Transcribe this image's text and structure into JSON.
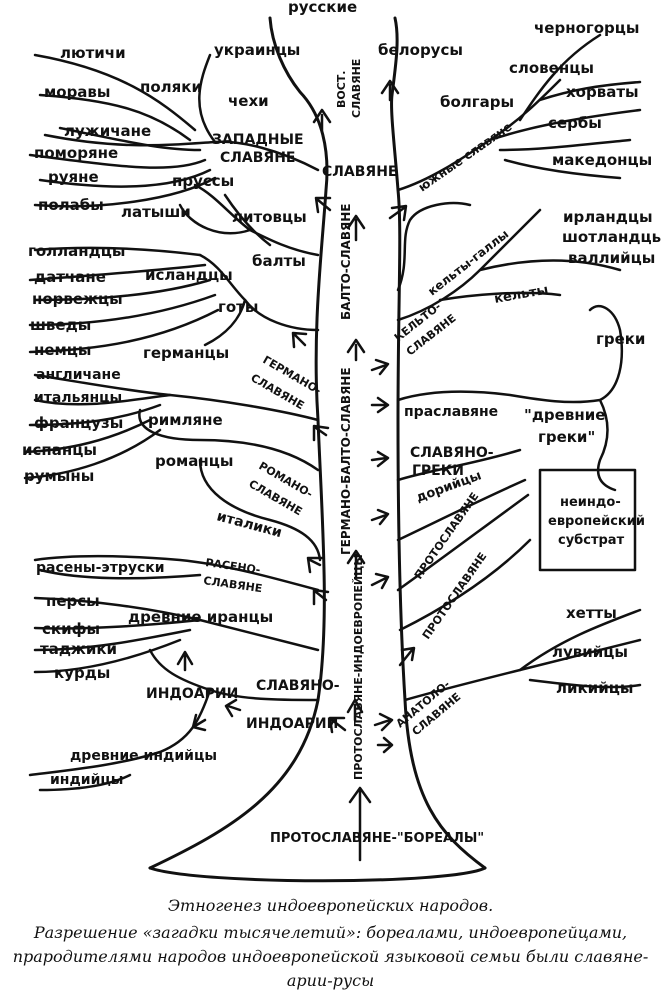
{
  "labels": {
    "russkie": "русские",
    "ukraintsy": "украинцы",
    "vost": "ВОСТ.",
    "vost_slavyane": "СЛАВЯНЕ",
    "belorusy": "белорусы",
    "chernogortsy": "черногорцы",
    "slovency": "словенцы",
    "bolgary": "болгары",
    "khorvaty": "хорваты",
    "serby": "сербы",
    "makedontsy": "македонцы",
    "lyutichi": "лютичи",
    "moravy": "моравы",
    "polyaki": "поляки",
    "chekhi": "чехи",
    "luzhichane": "лужичане",
    "zapadnye": "ЗАПАДНЫЕ",
    "zapadnye_slavyane": "СЛАВЯНЕ",
    "pomoryane": "поморяне",
    "ruyane": "руяне",
    "polaby": "полабы",
    "slavyane": "СЛАВЯНЕ",
    "yuzhnye_slavyane": "южные славяне",
    "prussy": "пруссы",
    "latyshi": "латыши",
    "litovtsy": "литовцы",
    "balty": "балты",
    "balto_slavyane": "БАЛТО-СЛАВЯНЕ",
    "irlandtsy": "ирландцы",
    "shotlandtsy": "шотландцы",
    "valliytsy": "валлийцы",
    "kelty_gally": "кельты-галлы",
    "kelty": "кельты",
    "kelto": "КЕЛЬТО-",
    "kelto_slavyane": "СЛАВЯНЕ",
    "gollandtsy": "голландцы",
    "datchane": "датчане",
    "islandtsy": "исландцы",
    "norvezhtsy": "норвежцы",
    "goty": "готы",
    "shvedy": "шведы",
    "nemtsy": "немцы",
    "germantsy": "германцы",
    "germano": "ГЕРМАНО-",
    "germano_slavyane": "СЛАВЯНЕ",
    "greki": "греки",
    "anglichane": "англичане",
    "italyantsy": "итальянцы",
    "frantsuzy": "французы",
    "rimlyane": "римляне",
    "ispantsy": "испанцы",
    "rumyny": "румыны",
    "romantsy": "романцы",
    "romano": "РОМАНО-",
    "romano_slavyane": "СЛАВЯНЕ",
    "italiki": "италики",
    "germano_balto_slavyane": "ГЕРМАНО-БАЛТО-СЛАВЯНЕ",
    "praslavyane": "праславяне",
    "drevnie_greki_1": "\"древние",
    "drevnie_greki_2": "греки\"",
    "slavyano": "СЛАВЯНО-",
    "slavyano_greki": "ГРЕКИ",
    "doriytsy": "дорийцы",
    "neindo_1": "неиндо-",
    "neindo_2": "европейский",
    "neindo_3": "субстрат",
    "proto_1": "ПРОТОСЛАВЯНЕ",
    "proto_2": "ПРОТОСЛАВЯНЕ",
    "raseny_etruski": "расены-этруски",
    "raseno": "РАСЕНО-",
    "raseno_slavyane": "СЛАВЯНЕ",
    "persy": "персы",
    "skify": "скифы",
    "drevnie_irantsy": "древние иранцы",
    "tadzhiki": "таджики",
    "kurdy": "курды",
    "khetty": "хетты",
    "luviytsy": "лувийцы",
    "likiytsy": "ликийцы",
    "indoarii": "ИНДОАРИИ",
    "slavyano_indo": "СЛАВЯНО-",
    "slavyano_indoarii": "ИНДОАРИИ",
    "protoslavyane_indo": "ПРОТОСЛАВЯНЕ-ИНДОЕВРОПЕЙЦЫ",
    "anatolo": "АНАТОЛО-",
    "anatolo_slavyane": "СЛАВЯНЕ",
    "drevnie_indiytsy": "древние индийцы",
    "indiytsy": "индийцы",
    "protoslavyane_borealy": "ПРОТОСЛАВЯНЕ-\"БОРЕАЛЫ\""
  },
  "caption": {
    "line1": "Этногенез индоевропейских народов.",
    "line2": "Разрешение «загадки тысячелетий»: бореалами, индоевропейцами,",
    "line3": "прародителями народов индоевропейской языковой семьи были славяне-",
    "line4": "арии-русы"
  }
}
